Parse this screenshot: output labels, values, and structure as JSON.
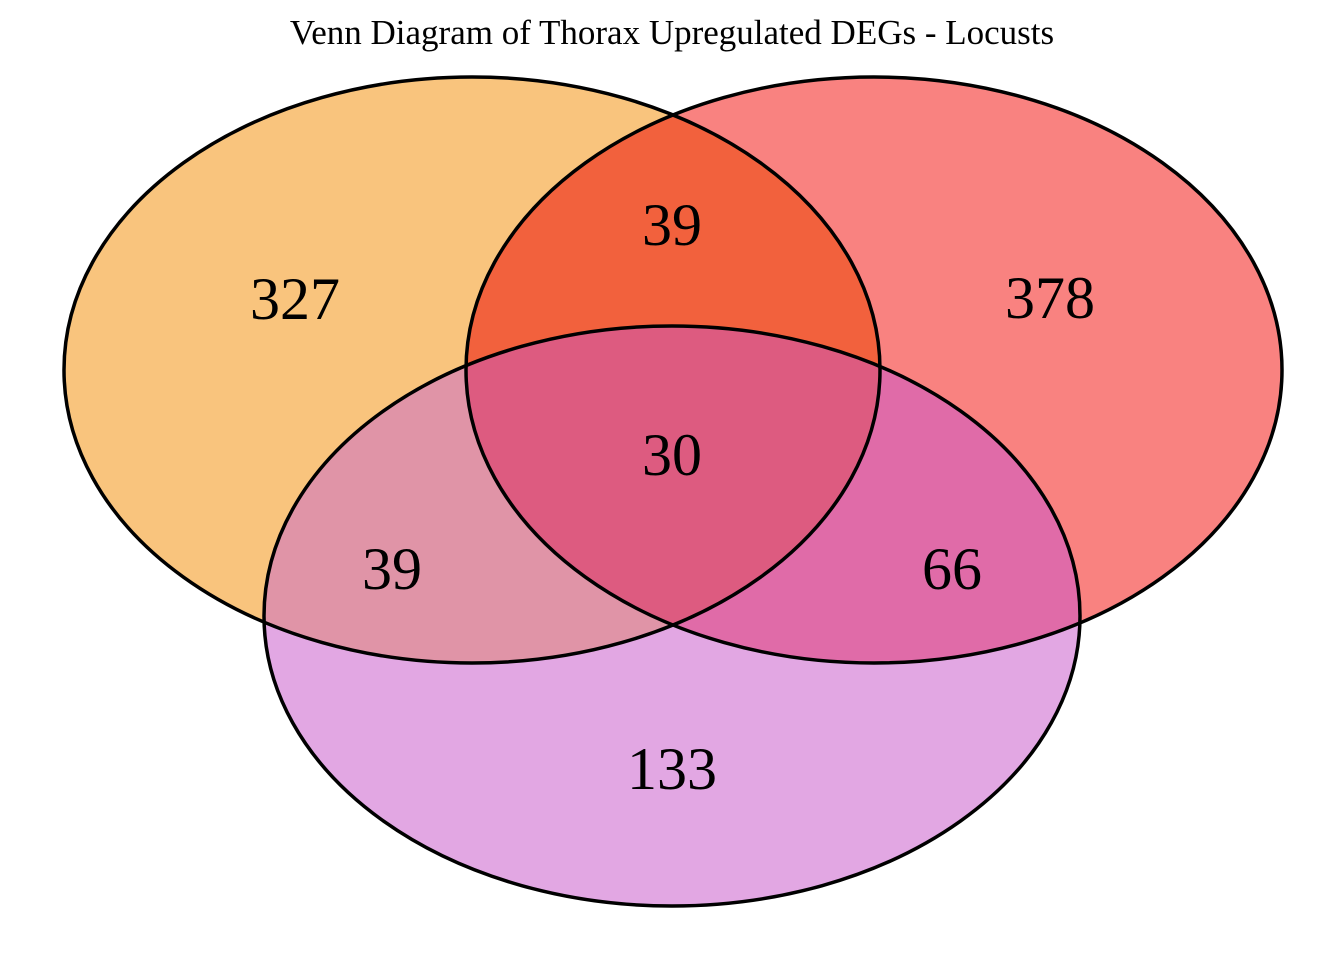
{
  "title": "Venn Diagram of Thorax Upregulated DEGs - Locusts",
  "chart_data": {
    "type": "venn",
    "title": "Venn Diagram of Thorax Upregulated DEGs - Locusts",
    "background": "#ffffff",
    "outline_color": "#000000",
    "sets": [
      {
        "position": "top-left"
      },
      {
        "position": "top-right"
      },
      {
        "position": "bottom"
      }
    ],
    "regions": [
      {
        "sets": [
          "top-left"
        ],
        "count": 327,
        "color": "#f9c47d"
      },
      {
        "sets": [
          "top-right"
        ],
        "count": 378,
        "color": "#f98280"
      },
      {
        "sets": [
          "bottom"
        ],
        "count": 133,
        "color": "#e2a7e3"
      },
      {
        "sets": [
          "top-left",
          "top-right"
        ],
        "count": 39,
        "color": "#f2613d"
      },
      {
        "sets": [
          "top-left",
          "bottom"
        ],
        "count": 39,
        "color": "#e094a7"
      },
      {
        "sets": [
          "top-right",
          "bottom"
        ],
        "count": 66,
        "color": "#e06ba8"
      },
      {
        "sets": [
          "top-left",
          "top-right",
          "bottom"
        ],
        "count": 30,
        "color": "#dd5b80"
      }
    ],
    "legend": "none",
    "grid": "off"
  }
}
